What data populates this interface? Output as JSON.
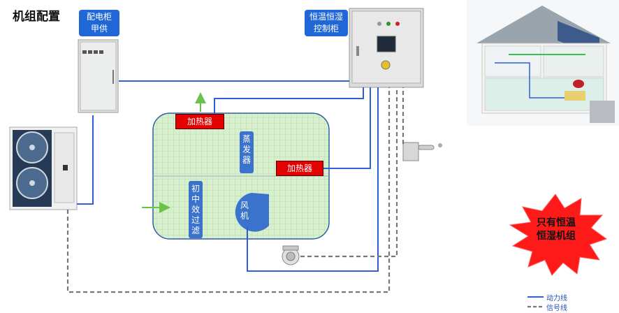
{
  "title": "机组配置",
  "labels": {
    "distribution_cabinet": [
      "配电柜",
      "甲供"
    ],
    "control_cabinet": [
      "恒温恒湿",
      "控制柜"
    ],
    "heater_top": "加热器",
    "heater_right": "加热器",
    "evaporator": "蒸发器",
    "filter": "初中效过滤",
    "fan": "风机"
  },
  "badge": {
    "lines": [
      "只有恒温",
      "恒湿机组"
    ]
  },
  "legend": {
    "power_line": "动力线",
    "signal_line": "信号线"
  },
  "colors": {
    "power_line": "#2f5fd8",
    "signal_line": "#777777",
    "label_bg": "#1f66d6",
    "heater": "#e30000",
    "badge": "#ff1a1a",
    "unit_panel": "#cfe8c4"
  }
}
